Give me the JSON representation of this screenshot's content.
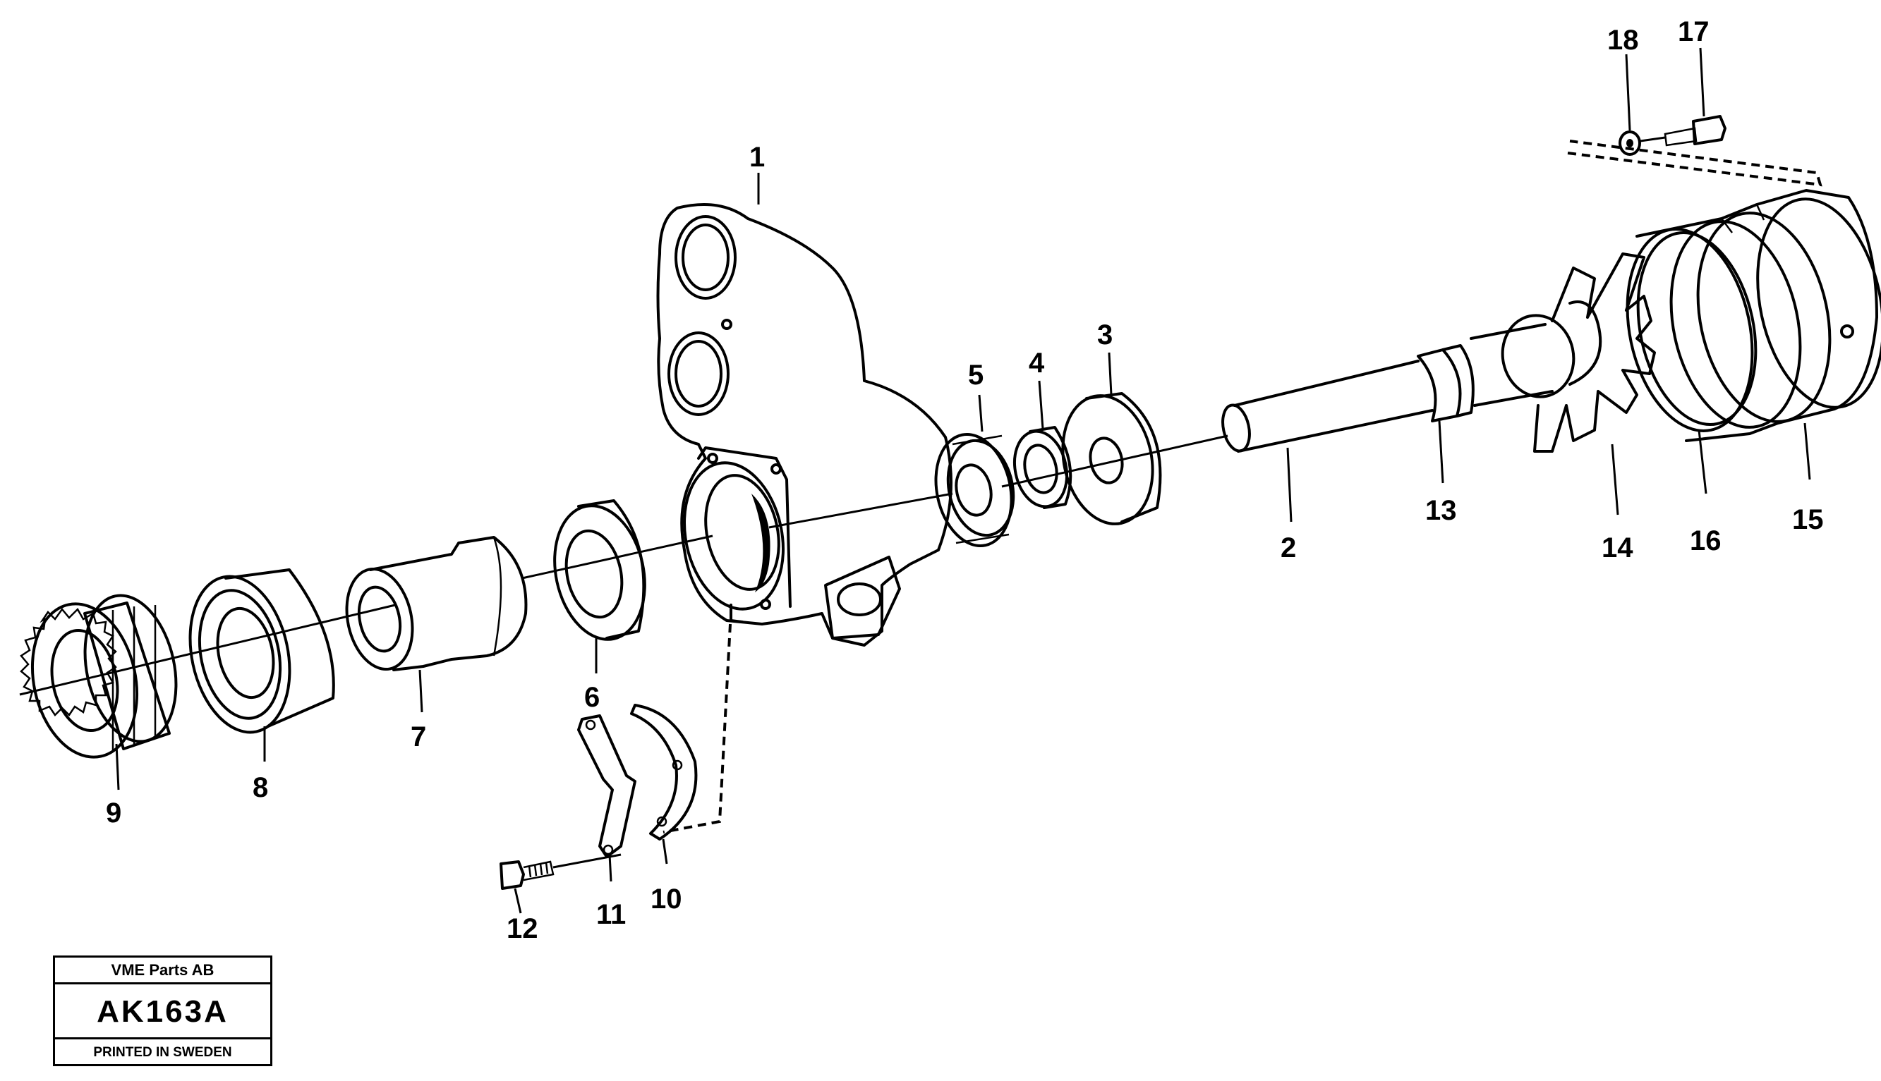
{
  "callouts": [
    {
      "id": "1",
      "text": "1"
    },
    {
      "id": "2",
      "text": "2"
    },
    {
      "id": "3",
      "text": "3"
    },
    {
      "id": "4",
      "text": "4"
    },
    {
      "id": "5",
      "text": "5"
    },
    {
      "id": "6",
      "text": "6"
    },
    {
      "id": "7",
      "text": "7"
    },
    {
      "id": "8",
      "text": "8"
    },
    {
      "id": "9",
      "text": "9"
    },
    {
      "id": "10",
      "text": "10"
    },
    {
      "id": "11",
      "text": "11"
    },
    {
      "id": "12",
      "text": "12"
    },
    {
      "id": "13",
      "text": "13"
    },
    {
      "id": "14",
      "text": "14"
    },
    {
      "id": "15",
      "text": "15"
    },
    {
      "id": "16",
      "text": "16"
    },
    {
      "id": "17",
      "text": "17"
    },
    {
      "id": "18",
      "text": "18"
    }
  ],
  "title_block": {
    "company": "VME Parts AB",
    "code": "AK163A",
    "printed": "PRINTED IN SWEDEN"
  }
}
